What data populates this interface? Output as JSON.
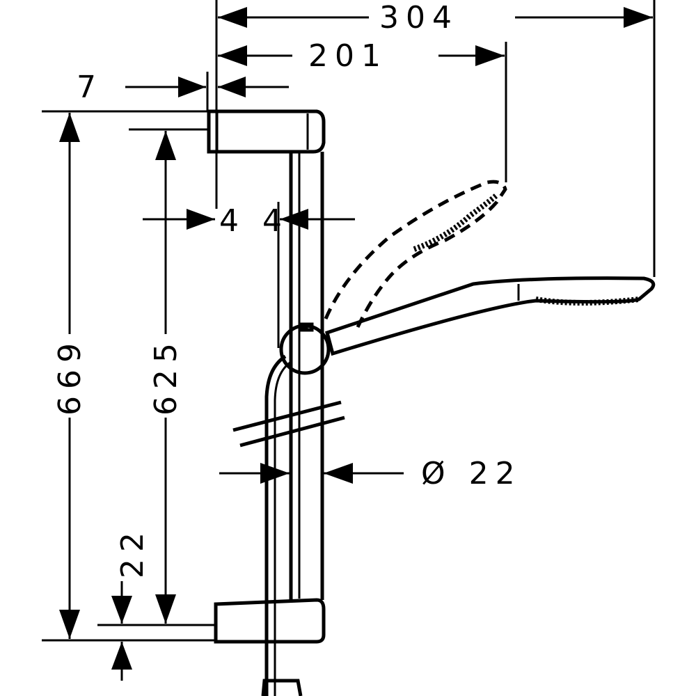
{
  "dimensions": {
    "total_width": "304",
    "handshower_reach": "201",
    "wall_offset": "7",
    "bracket_depth": "4 4",
    "rail_diameter": "Ø 22",
    "total_height": "669",
    "hole_spacing": "625",
    "bottom_offset": "22"
  }
}
